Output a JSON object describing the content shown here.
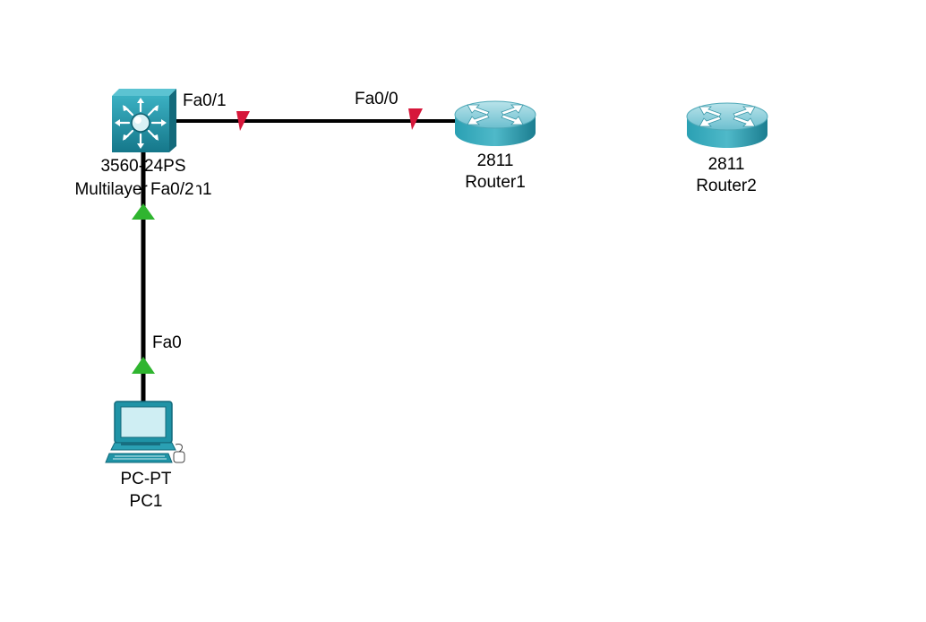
{
  "colors": {
    "link": "#000000",
    "link_down": "#d6173a",
    "link_up": "#2fb52f",
    "device_body": "#1f93a6",
    "device_light": "#8fd0dc",
    "device_dark": "#176e80"
  },
  "devices": {
    "switch": {
      "model": "3560-24PS",
      "name": "Multilayer Switch1",
      "icon": "multilayer-switch-icon"
    },
    "router1": {
      "model": "2811",
      "name": "Router1",
      "icon": "router-icon"
    },
    "router2": {
      "model": "2811",
      "name": "Router2",
      "icon": "router-icon"
    },
    "pc1": {
      "model": "PC-PT",
      "name": "PC1",
      "icon": "pc-icon"
    }
  },
  "links": [
    {
      "from": "switch",
      "from_port": "Fa0/1",
      "to": "router1",
      "to_port": "Fa0/0",
      "status": "down"
    },
    {
      "from": "switch",
      "from_port": "Fa0/2",
      "to": "pc1",
      "to_port": "Fa0",
      "status": "up"
    }
  ]
}
